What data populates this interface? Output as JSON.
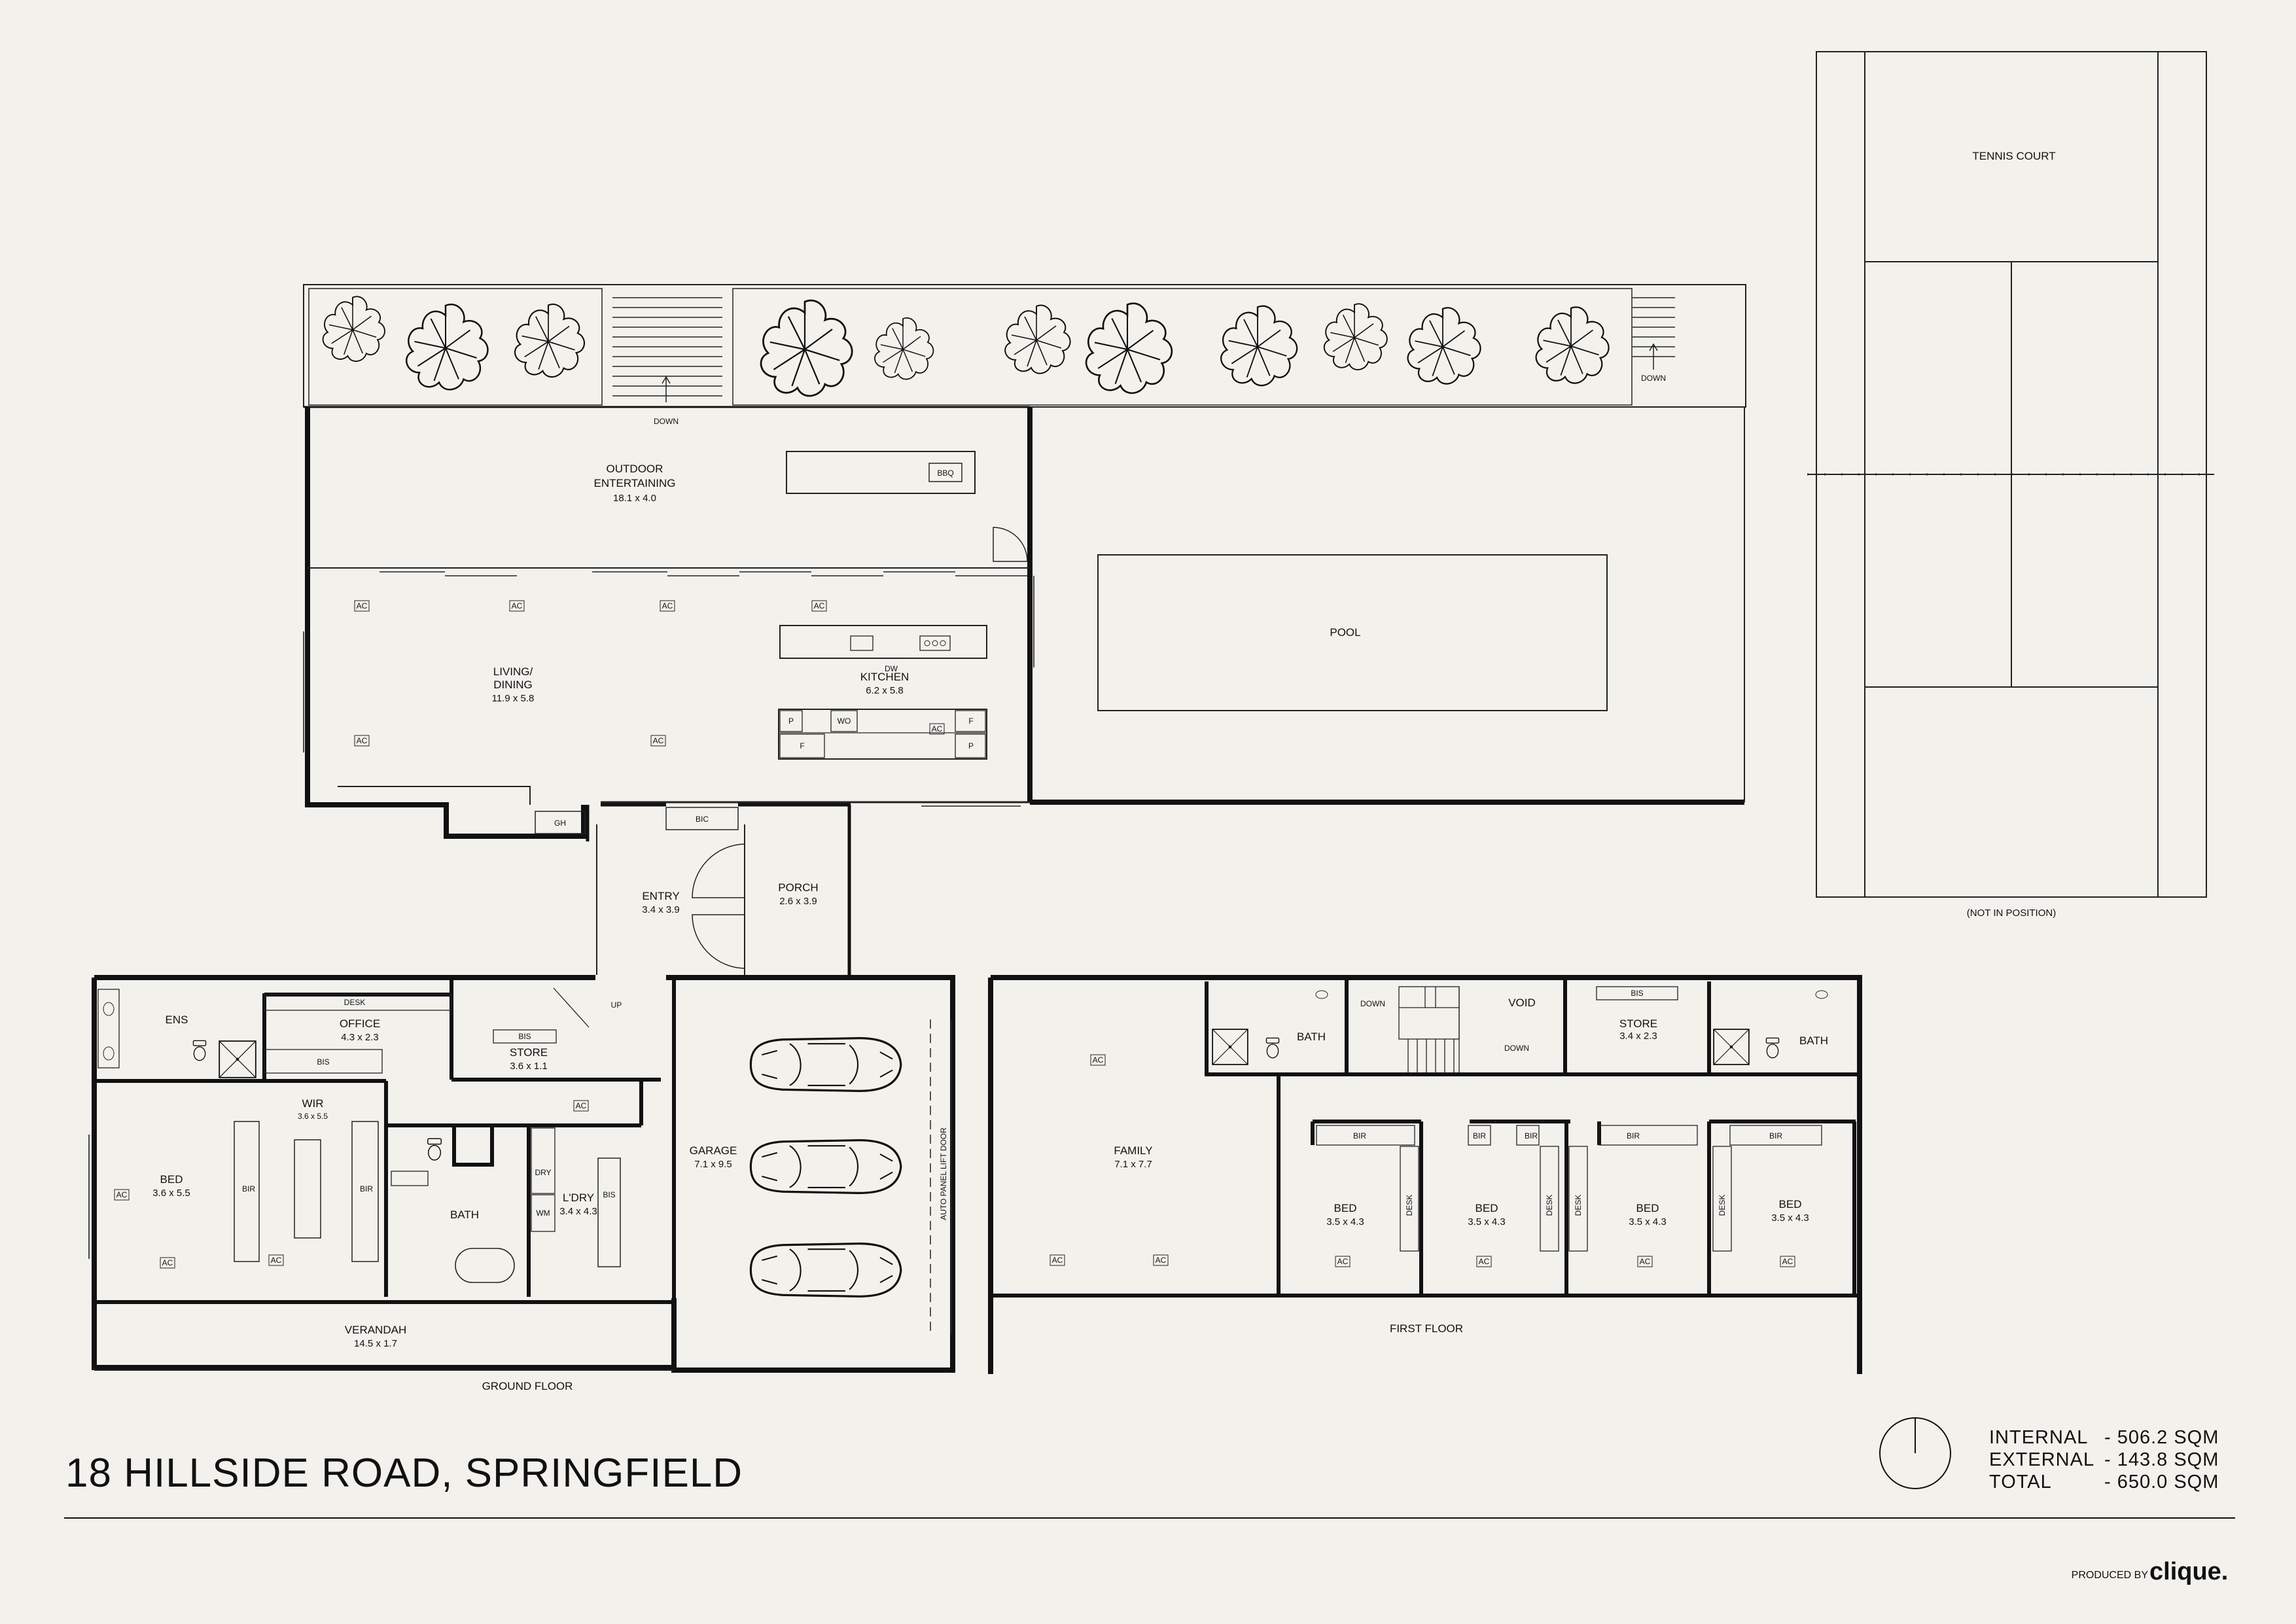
{
  "title": "18 HILLSIDE ROAD, SPRINGFIELD",
  "areas": [
    {
      "label": "INTERNAL",
      "value": "- 506.2 SQM"
    },
    {
      "label": "EXTERNAL",
      "value": "- 143.8 SQM"
    },
    {
      "label": "TOTAL",
      "value": "- 650.0 SQM"
    }
  ],
  "credit": {
    "prefix": "PRODUCED BY",
    "brand": "clique."
  },
  "levels": {
    "ground": "GROUND FLOOR",
    "first": "FIRST FLOOR"
  },
  "tennis": {
    "name": "TENNIS COURT",
    "note": "(NOT IN POSITION)"
  },
  "rooms": {
    "outdoor": {
      "name1": "OUTDOOR",
      "name2": "ENTERTAINING",
      "dim": "18.1 x 4.0"
    },
    "living": {
      "name1": "LIVING/",
      "name2": "DINING",
      "dim": "11.9 x 5.8"
    },
    "kitchen": {
      "name": "KITCHEN",
      "dim": "6.2 x 5.8"
    },
    "pool": {
      "name": "POOL"
    },
    "entry": {
      "name": "ENTRY",
      "dim": "3.4 x 3.9"
    },
    "porch": {
      "name": "PORCH",
      "dim": "2.6 x 3.9"
    },
    "garage": {
      "name": "GARAGE",
      "dim": "7.1 x 9.5"
    },
    "office": {
      "name": "OFFICE",
      "dim": "4.3 x 2.3"
    },
    "store_g": {
      "name": "STORE",
      "dim": "3.6 x 1.1"
    },
    "wir": {
      "name": "WIR",
      "dim": "3.6 x 5.5"
    },
    "bed_g": {
      "name": "BED",
      "dim": "3.6 x 5.5"
    },
    "bath_g": {
      "name": "BATH"
    },
    "ldry": {
      "name": "L'DRY",
      "dim": "3.4 x 4.3"
    },
    "ens": {
      "name": "ENS"
    },
    "verandah": {
      "name": "VERANDAH",
      "dim": "14.5 x 1.7"
    },
    "family": {
      "name": "FAMILY",
      "dim": "7.1 x 7.7"
    },
    "bath_f1": {
      "name": "BATH"
    },
    "bath_f2": {
      "name": "BATH"
    },
    "void": {
      "name": "VOID"
    },
    "store_f": {
      "name": "STORE",
      "dim": "3.4 x 2.3"
    },
    "bed_f1": {
      "name": "BED",
      "dim": "3.5 x 4.3"
    },
    "bed_f2": {
      "name": "BED",
      "dim": "3.5 x 4.3"
    },
    "bed_f3": {
      "name": "BED",
      "dim": "3.5 x 4.3"
    },
    "bed_f4": {
      "name": "BED",
      "dim": "3.5 x 4.3"
    }
  },
  "fixtures": {
    "bbq": "BBQ",
    "dw": "DW",
    "wo": "WO",
    "pantry": "P",
    "fridge": "F",
    "gh": "GH",
    "bic": "BIC",
    "desk": "DESK",
    "bis": "BIS",
    "bir": "BIR",
    "dry": "DRY",
    "wm": "WM",
    "up": "UP",
    "down": "DOWN",
    "garage_door": "AUTO PANEL LIFT DOOR",
    "ac": "AC"
  }
}
